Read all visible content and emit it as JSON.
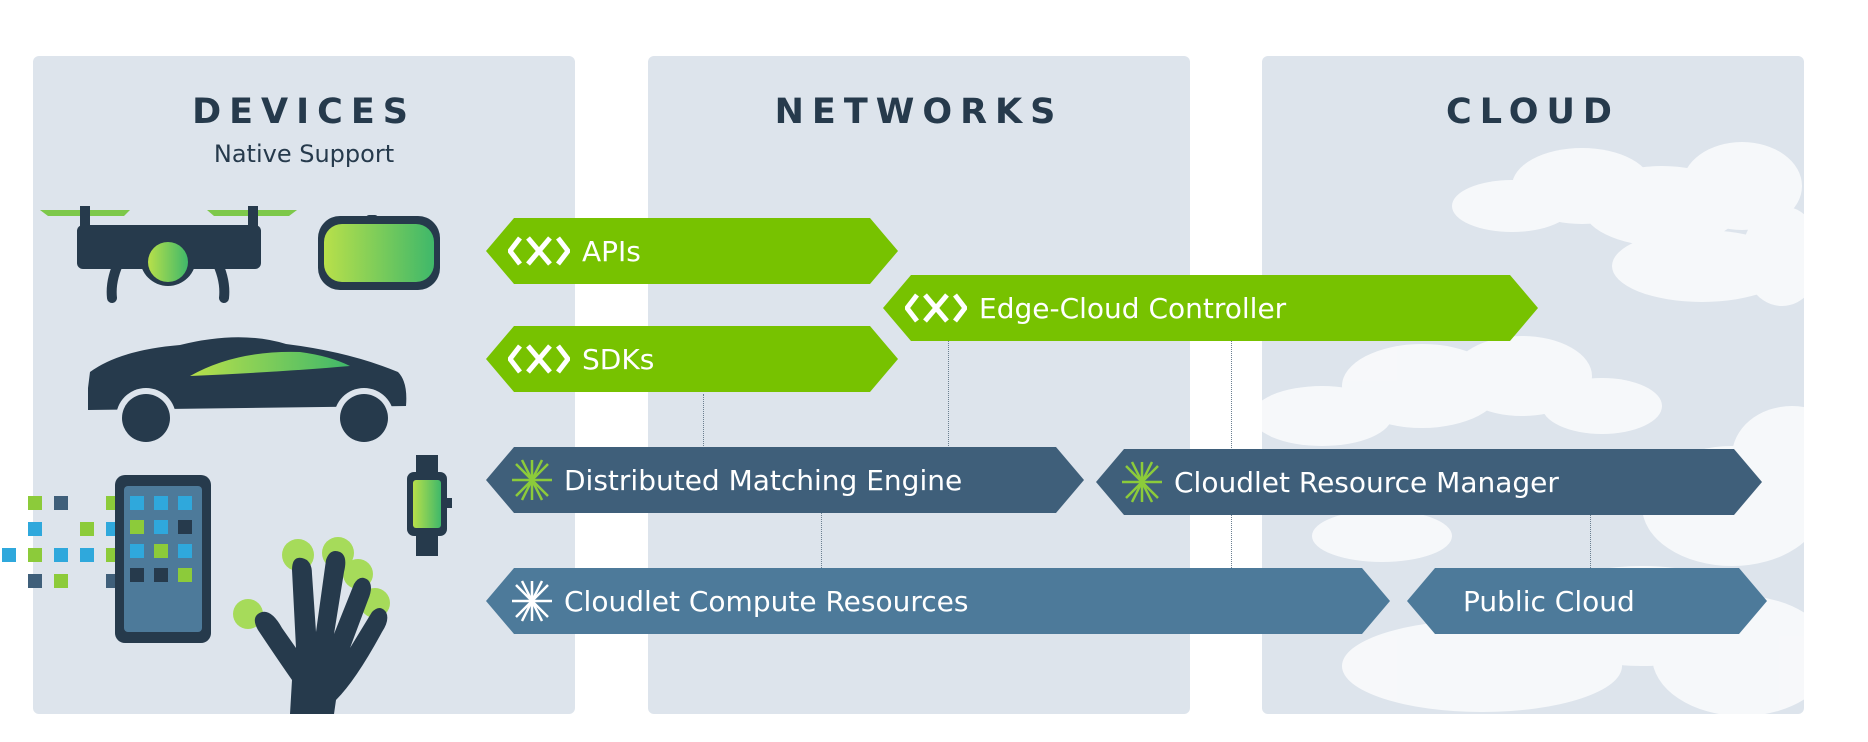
{
  "panels": {
    "devices": {
      "title": "DEVICES",
      "subtitle": "Native Support"
    },
    "networks": {
      "title": "NETWORKS"
    },
    "cloud": {
      "title": "CLOUD"
    }
  },
  "banners": {
    "apis": "APIs",
    "edge_cloud_controller": "Edge-Cloud Controller",
    "sdks": "SDKs",
    "distributed_matching_engine": "Distributed Matching Engine",
    "cloudlet_resource_manager": "Cloudlet Resource Manager",
    "cloudlet_compute_resources": "Cloudlet Compute Resources",
    "public_cloud": "Public Cloud"
  },
  "colors": {
    "panel_bg": "#dde4ec",
    "green": "#77c200",
    "dark_blue": "#3f5f7a",
    "mid_blue": "#4d7a9a",
    "navy": "#263a4c"
  },
  "icons": [
    "drone-icon",
    "vr-headset-icon",
    "car-icon",
    "smartphone-icon",
    "smartwatch-icon",
    "hand-icon",
    "pixel-grid-icon",
    "brand-logo-icon",
    "starburst-icon",
    "cloud-icon"
  ]
}
